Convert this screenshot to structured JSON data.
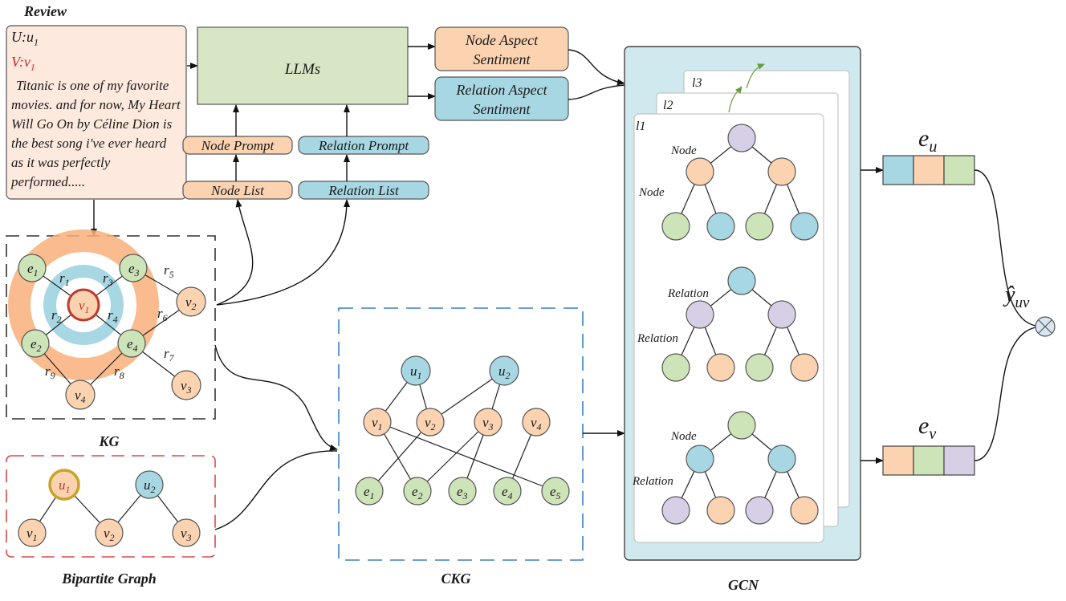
{
  "review": {
    "title": "Review",
    "user_id": "U:u",
    "user_sub": "1",
    "item_id": "V:v",
    "item_sub": "1",
    "text": "Titanic is one of my favorite movies. and for now, My Heart Will Go On by Céline Dion is the best song i've ever heard as it was perfectly performed....."
  },
  "llm": {
    "label": "LLMs"
  },
  "outputs": {
    "node_aspect": [
      "Node Aspect",
      "Sentiment"
    ],
    "relation_aspect": [
      "Relation Aspect",
      "Sentiment"
    ]
  },
  "prompts": {
    "node_prompt": "Node Prompt",
    "relation_prompt": "Relation Prompt",
    "node_list": "Node List",
    "relation_list": "Relation List"
  },
  "kg": {
    "caption": "KG",
    "center": {
      "base": "v",
      "sub": "1"
    },
    "entities": [
      {
        "base": "e",
        "sub": "1"
      },
      {
        "base": "e",
        "sub": "3"
      },
      {
        "base": "e",
        "sub": "2"
      },
      {
        "base": "e",
        "sub": "4"
      }
    ],
    "items": [
      {
        "base": "v",
        "sub": "2"
      },
      {
        "base": "v",
        "sub": "3"
      },
      {
        "base": "v",
        "sub": "4"
      }
    ],
    "relations": [
      {
        "base": "r",
        "sub": "1"
      },
      {
        "base": "r",
        "sub": "3"
      },
      {
        "base": "r",
        "sub": "5"
      },
      {
        "base": "r",
        "sub": "2"
      },
      {
        "base": "r",
        "sub": "4"
      },
      {
        "base": "r",
        "sub": "6"
      },
      {
        "base": "r",
        "sub": "7"
      },
      {
        "base": "r",
        "sub": "9"
      },
      {
        "base": "r",
        "sub": "8"
      }
    ]
  },
  "bipartite": {
    "caption": "Bipartite Graph",
    "users": [
      {
        "base": "u",
        "sub": "1"
      },
      {
        "base": "u",
        "sub": "2"
      }
    ],
    "items": [
      {
        "base": "v",
        "sub": "1"
      },
      {
        "base": "v",
        "sub": "2"
      },
      {
        "base": "v",
        "sub": "3"
      }
    ]
  },
  "ckg": {
    "caption": "CKG",
    "users": [
      {
        "base": "u",
        "sub": "1"
      },
      {
        "base": "u",
        "sub": "2"
      }
    ],
    "items": [
      {
        "base": "v",
        "sub": "1"
      },
      {
        "base": "v",
        "sub": "2"
      },
      {
        "base": "v",
        "sub": "3"
      },
      {
        "base": "v",
        "sub": "4"
      }
    ],
    "entities": [
      {
        "base": "e",
        "sub": "1"
      },
      {
        "base": "e",
        "sub": "2"
      },
      {
        "base": "e",
        "sub": "3"
      },
      {
        "base": "e",
        "sub": "4"
      },
      {
        "base": "e",
        "sub": "5"
      }
    ]
  },
  "gcn": {
    "caption": "GCN",
    "layers": [
      "l3",
      "l2",
      "l1"
    ],
    "tree_labels": [
      "Node",
      "Node",
      "Relation",
      "Relation",
      "Node",
      "Relation"
    ]
  },
  "embeddings": {
    "eu": {
      "base": "e",
      "sub": "u"
    },
    "ev": {
      "base": "e",
      "sub": "v"
    },
    "yhat": {
      "base": "ŷ",
      "sub": "uv"
    }
  },
  "colors": {
    "orange": "#fbd3b1",
    "orange_ring": "#f9b07a",
    "blue": "#a8d7e4",
    "green": "#cde3b8",
    "purple": "#d7cfe6",
    "llm_fill": "#d7e6c4",
    "review_fill": "#fde9de",
    "gcn_fill": "#d0e9ef",
    "red": "#c0392b",
    "gold": "#c9a227"
  }
}
